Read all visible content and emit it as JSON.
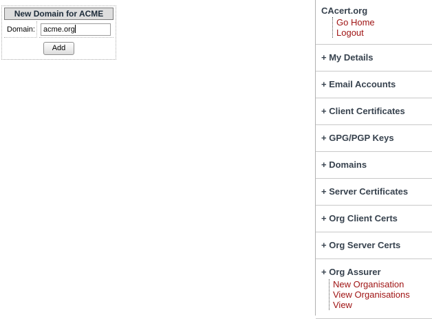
{
  "form": {
    "title": "New Domain for ACME",
    "domain_label": "Domain:",
    "domain_value": "acme.org",
    "add_button": "Add"
  },
  "sidebar": {
    "home": {
      "title": "CAcert.org",
      "links": [
        "Go Home",
        "Logout"
      ]
    },
    "sections": [
      {
        "label": "+ My Details"
      },
      {
        "label": "+ Email Accounts"
      },
      {
        "label": "+ Client Certificates"
      },
      {
        "label": "+ GPG/PGP Keys"
      },
      {
        "label": "+ Domains"
      },
      {
        "label": "+ Server Certificates"
      },
      {
        "label": "+ Org Client Certs"
      },
      {
        "label": "+ Org Server Certs"
      },
      {
        "label": "+ Org Assurer",
        "sublinks": [
          "New Organisation",
          "View Organisations",
          "View"
        ]
      }
    ]
  },
  "colors": {
    "link_red": "#9e1111",
    "heading_slate": "#37424e",
    "separator_gray": "#c8c8c8",
    "header_cell_bg": "#dedede"
  }
}
